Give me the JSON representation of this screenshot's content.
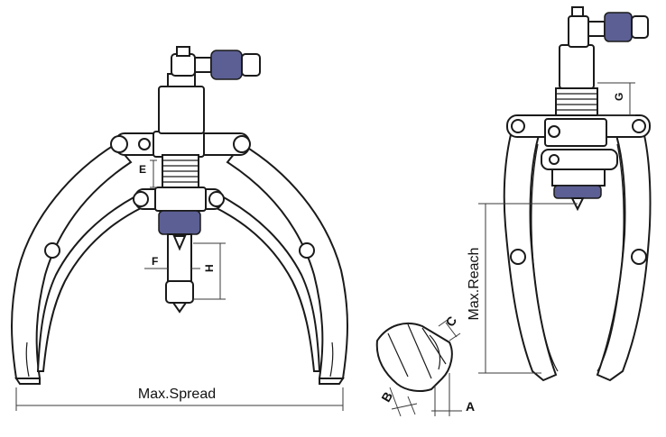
{
  "labels": {
    "max_spread": "Max.Spread",
    "max_reach": "Max.Reach",
    "a": "A",
    "b": "B",
    "c": "C",
    "e": "E",
    "f": "F",
    "g": "G",
    "h": "H"
  },
  "colors": {
    "line": "#1a1a1a",
    "knurl": "#5b5f93",
    "background": "#ffffff"
  }
}
